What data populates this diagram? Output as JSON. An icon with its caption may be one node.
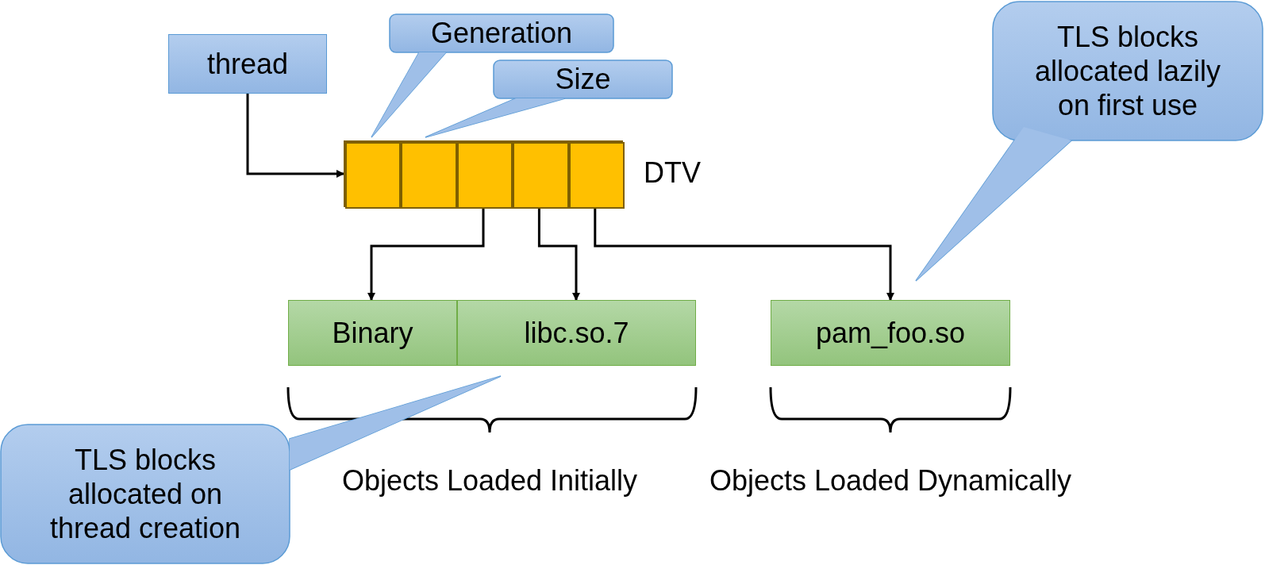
{
  "diagram": {
    "nodes": [
      {
        "text": [
          "thread"
        ]
      },
      {
        "text": [
          "Generation"
        ]
      },
      {
        "text": [
          "Size"
        ]
      },
      {
        "text": [
          "TLS blocks allocated lazily on first use"
        ]
      },
      {
        "text": [],
        "shape": "box",
        "beside": [
          "DTV"
        ]
      },
      {
        "text": [],
        "shape": "box",
        "in": 4
      },
      {
        "text": [],
        "shape": "box",
        "in": 4
      },
      {
        "text": [],
        "shape": "box",
        "in": 4
      },
      {
        "text": [],
        "shape": "box",
        "in": 4
      },
      {
        "text": [],
        "shape": "box",
        "in": 4
      },
      {
        "text": [
          "Binary"
        ]
      },
      {
        "text": [
          "libc.so.7"
        ]
      },
      {
        "text": [
          "pam_foo.so"
        ]
      },
      {
        "text": [
          "TLS blocks allocated on thread creation"
        ]
      }
    ],
    "edges": [
      {
        "from": 0,
        "to": 5,
        "arrow": "to"
      },
      {
        "from": 7,
        "to": 10,
        "arrow": "to"
      },
      {
        "from": 8,
        "to": 11,
        "arrow": "to"
      },
      {
        "from": 9,
        "to": 12,
        "arrow": "to"
      }
    ],
    "labels": [
      "Objects Loaded Initially",
      "Objects Loaded Dynamically"
    ]
  }
}
